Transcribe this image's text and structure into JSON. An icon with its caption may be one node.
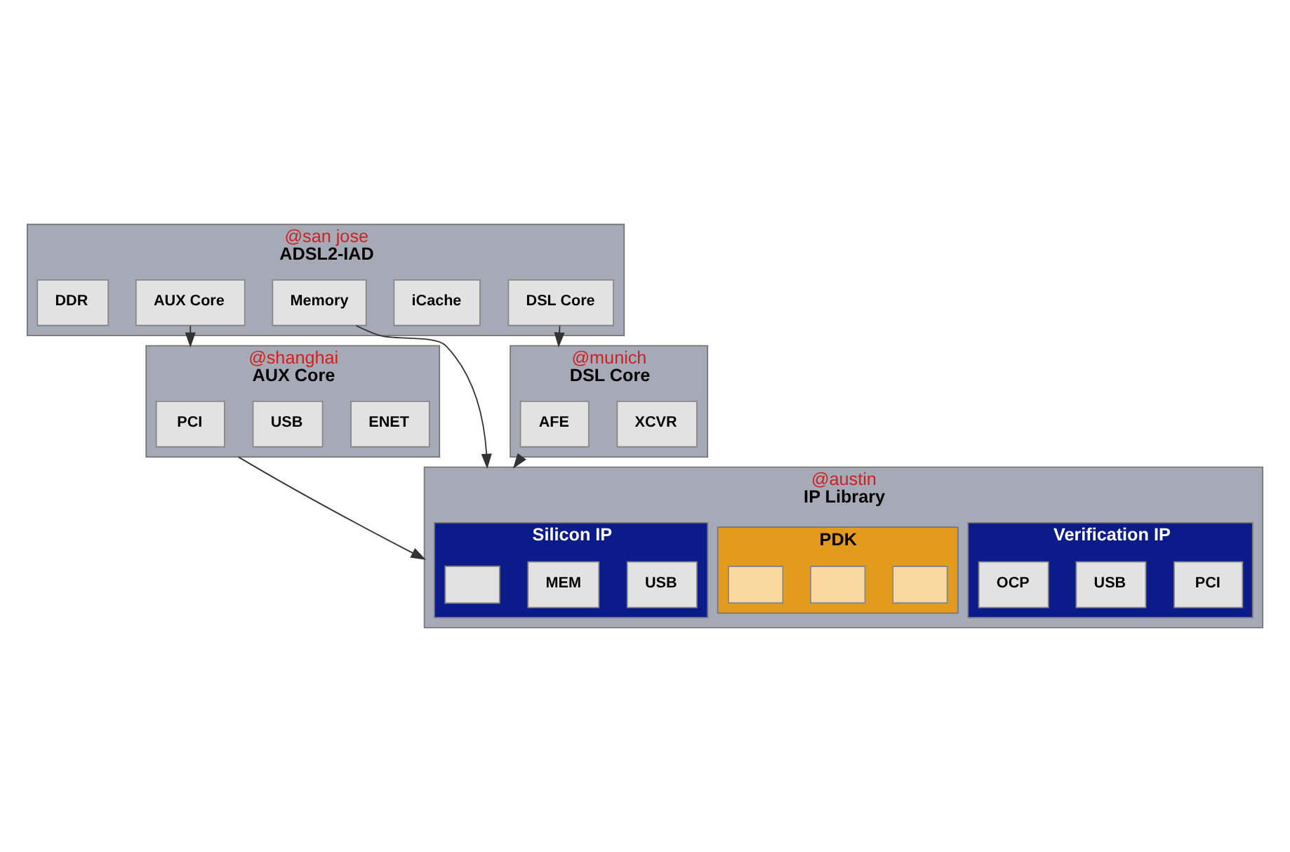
{
  "diagram": {
    "nodes": [
      {
        "text": [
          "ADSL2-IAD"
        ],
        "beside": [
          "@san jose"
        ]
      },
      {
        "text": [
          "DDR"
        ],
        "in": 0
      },
      {
        "text": [
          "DSL Core"
        ],
        "in": 0
      },
      {
        "text": [
          "Memory"
        ],
        "in": 0
      },
      {
        "text": [
          "iCache"
        ],
        "in": 0
      },
      {
        "text": [
          "AUX Core"
        ],
        "in": 0
      },
      {
        "text": [
          "DSL Core"
        ],
        "beside": [
          "@munich"
        ]
      },
      {
        "text": [
          "AFE"
        ],
        "in": 6
      },
      {
        "text": [
          "XCVR"
        ],
        "in": 6
      },
      {
        "text": [
          "AUX Core"
        ],
        "beside": [
          "@shanghai"
        ]
      },
      {
        "text": [
          "PCI"
        ],
        "in": 9
      },
      {
        "text": [
          "USB"
        ],
        "in": 9
      },
      {
        "text": [
          "ENET"
        ],
        "in": 9
      },
      {
        "text": [
          "IP Library"
        ],
        "beside": [
          "@austin"
        ]
      },
      {
        "text": [
          "Silicon IP"
        ],
        "in": 13
      },
      {
        "text": [],
        "shape": "box",
        "in": 14
      },
      {
        "text": [
          "MEM"
        ],
        "in": 14
      },
      {
        "text": [
          "USB"
        ],
        "in": 14
      },
      {
        "text": [
          "PDK"
        ],
        "in": 13
      },
      {
        "text": [],
        "shape": "box",
        "in": 18
      },
      {
        "text": [],
        "shape": "box",
        "in": 18
      },
      {
        "text": [],
        "shape": "box",
        "in": 18
      },
      {
        "text": [
          "Verification IP"
        ],
        "in": 13
      },
      {
        "text": [
          "OCP"
        ],
        "in": 22
      },
      {
        "text": [
          "USB"
        ],
        "in": 22
      },
      {
        "text": [
          "PCI"
        ],
        "in": 22
      }
    ],
    "edges": [
      {
        "from": 2,
        "to": 6,
        "arrow": "to"
      },
      {
        "from": 5,
        "to": 9,
        "arrow": "to"
      },
      {
        "from": 3,
        "to": 13,
        "arrow": "to"
      },
      {
        "from": 6,
        "to": 13,
        "arrow": "to"
      },
      {
        "from": 9,
        "to": 13,
        "arrow": "to"
      }
    ]
  }
}
